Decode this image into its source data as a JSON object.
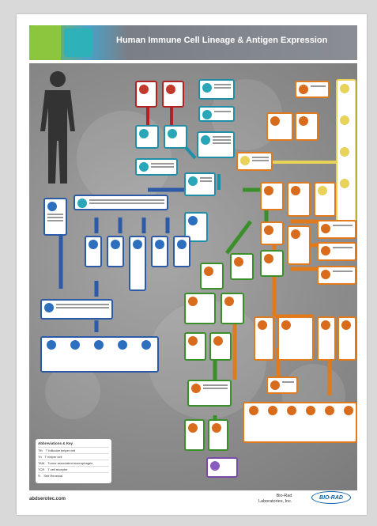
{
  "header": {
    "title": "Human Immune Cell Lineage & Antigen Expression"
  },
  "legend": {
    "title": "Abbreviations & Key",
    "rows": [
      {
        "abbr": "Tfh",
        "desc": "T follicular helper cell"
      },
      {
        "abbr": "Th",
        "desc": "T helper cell"
      },
      {
        "abbr": "TAM",
        "desc": "Tumor associated macrophages"
      },
      {
        "abbr": "TCR",
        "desc": "T cell receptor"
      }
    ],
    "self_renewal": "Self Renewal"
  },
  "footer": {
    "url": "abdserotec.com",
    "lab_line1": "Bio-Rad",
    "lab_line2": "Laboratories, Inc.",
    "logo": "BIO-RAD"
  },
  "colors": {
    "myeloid": "#2d5aa6",
    "lymphoid_t": "#e07a1c",
    "lymphoid_b": "#3b8f2b",
    "erythroid": "#b22222"
  }
}
